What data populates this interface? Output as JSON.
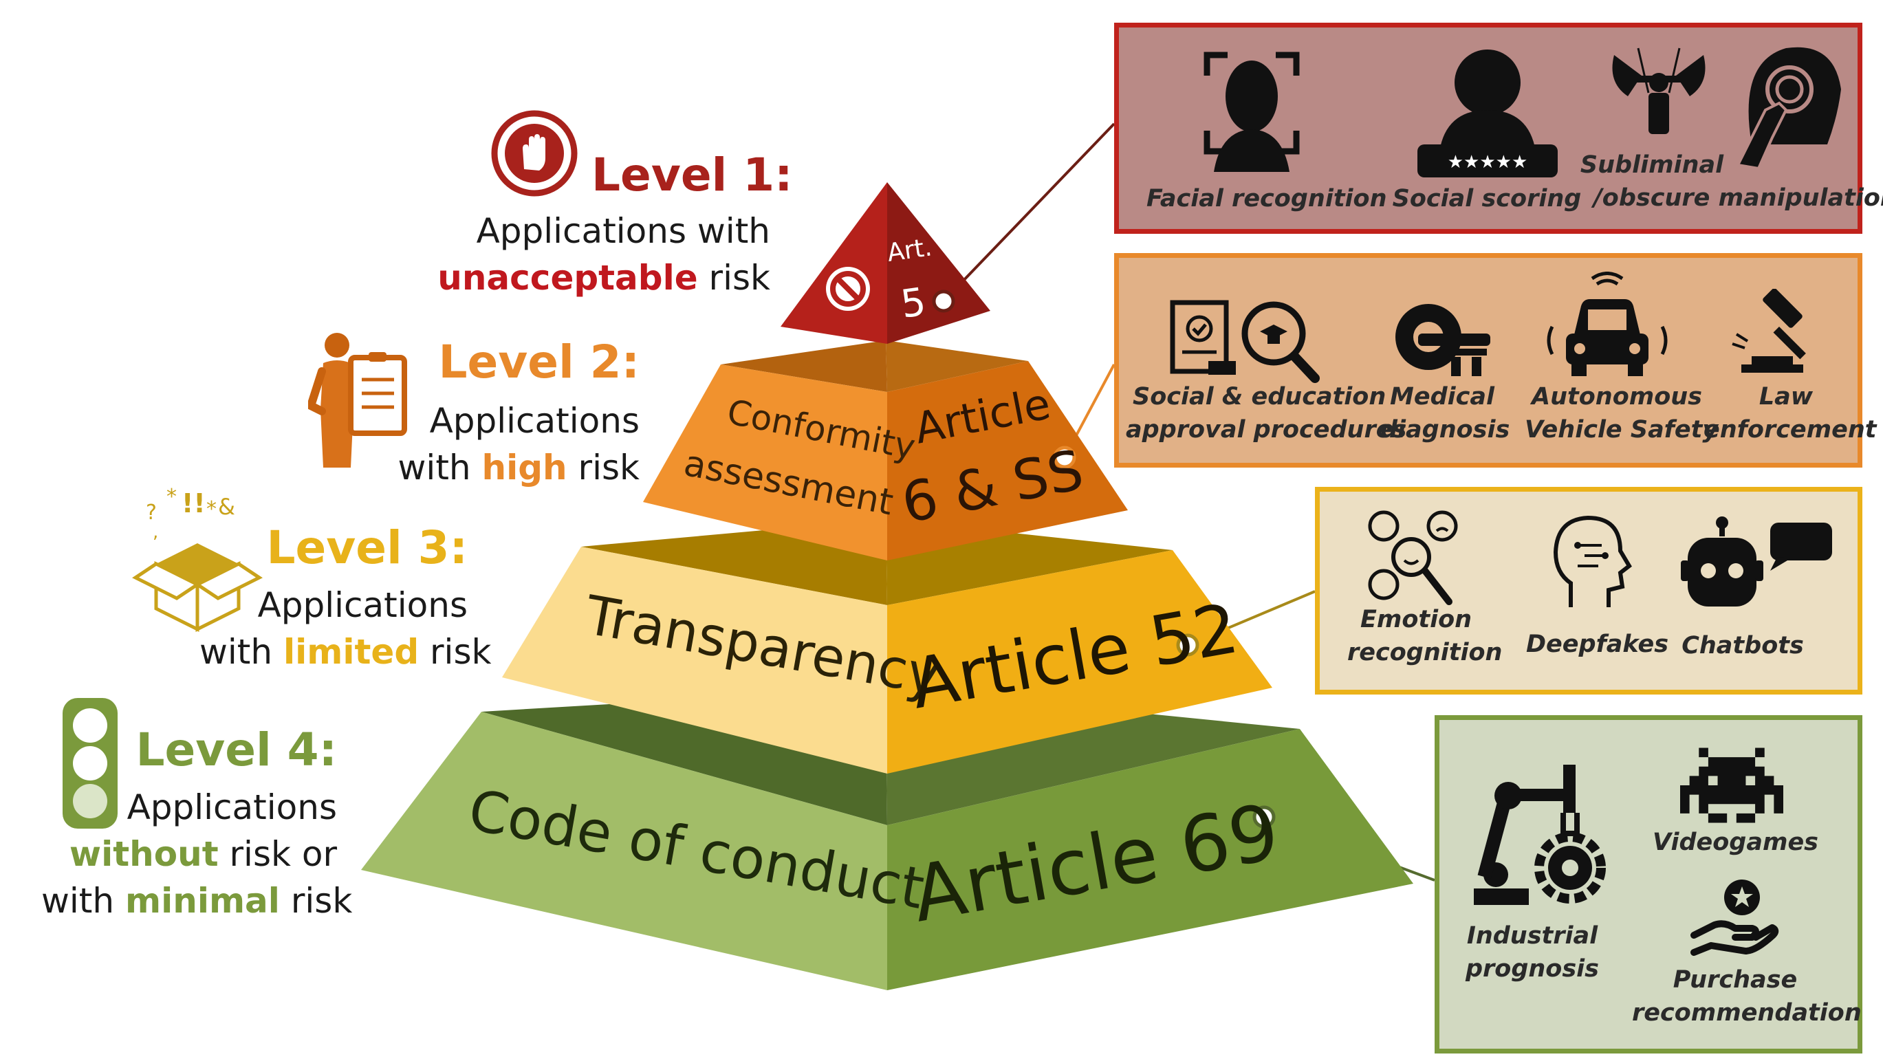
{
  "colors": {
    "level1": "#a8221c",
    "level2": "#e8892b",
    "level3": "#e8b21a",
    "level4": "#7b9a3c"
  },
  "levels": [
    {
      "title": "Level 1:",
      "line1": "Applications with",
      "highlight": "unacceptable",
      "suffix": " risk",
      "icon": "stop-hand-icon",
      "tier_left": "",
      "tier_article_a": "Art.",
      "tier_article_b": "5"
    },
    {
      "title": "Level 2:",
      "line1": "Applications",
      "prefix": "with ",
      "highlight": "high",
      "suffix": " risk",
      "icon": "inspector-clipboard-icon",
      "tier_left_a": "Conformity",
      "tier_left_b": "assessment",
      "tier_article_a": "Article",
      "tier_article_b": "6 & SS"
    },
    {
      "title": "Level 3:",
      "line1": "Applications",
      "prefix": "with ",
      "highlight": "limited",
      "suffix": " risk",
      "icon": "open-box-icon",
      "tier_left": "Transparency",
      "tier_article": "Article 52"
    },
    {
      "title": "Level 4:",
      "line1": "Applications",
      "highlight_a": "without",
      "mid": " risk or",
      "prefix": "with ",
      "highlight_b": "minimal",
      "suffix": " risk",
      "icon": "traffic-light-icon",
      "tier_left": "Code of conduct",
      "tier_article": "Article 69"
    }
  ],
  "examples": {
    "level1": [
      {
        "label": "Facial recognition",
        "icon": "face-scan-icon"
      },
      {
        "label": "Social scoring",
        "icon": "person-rating-icon"
      },
      {
        "label_a": "Subliminal",
        "label_b": "/obscure manipulation",
        "icon": "puppet-manipulation-icon"
      }
    ],
    "level2": [
      {
        "label_a": "Social & education",
        "label_b": "approval procedures",
        "icon": "document-approval-icon"
      },
      {
        "label_a": "Medical",
        "label_b": "diagnosis",
        "icon": "mri-scanner-icon"
      },
      {
        "label_a": "Autonomous",
        "label_b": "Vehicle Safety",
        "icon": "car-signal-icon"
      },
      {
        "label_a": "Law",
        "label_b": "enforcement",
        "icon": "gavel-icon"
      }
    ],
    "level3": [
      {
        "label_a": "Emotion",
        "label_b": "recognition",
        "icon": "emotion-faces-icon"
      },
      {
        "label": "Deepfakes",
        "icon": "ai-head-icon"
      },
      {
        "label": "Chatbots",
        "icon": "chatbot-icon"
      }
    ],
    "level4": [
      {
        "label_a": "Industrial",
        "label_b": "prognosis",
        "icon": "robot-arm-gear-icon"
      },
      {
        "label": "Videogames",
        "icon": "space-invader-icon"
      },
      {
        "label_a": "Purchase",
        "label_b": "recommendation",
        "icon": "hand-star-icon"
      }
    ]
  }
}
